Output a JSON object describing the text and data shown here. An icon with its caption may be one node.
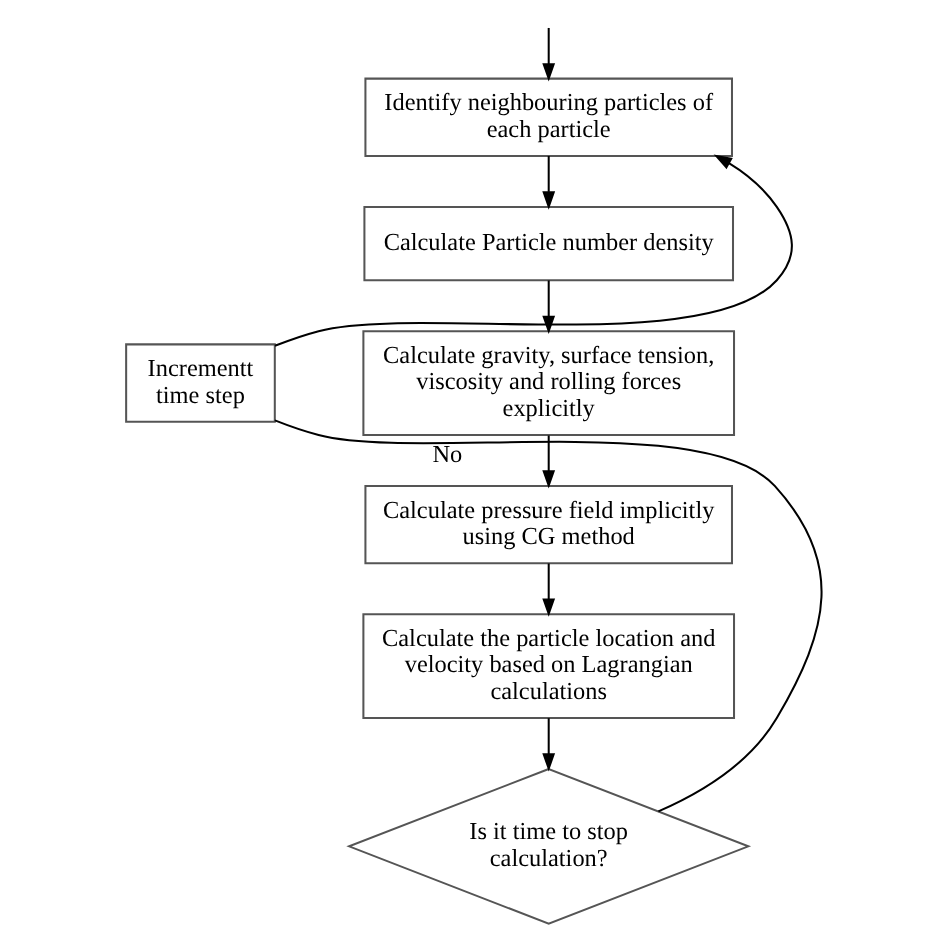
{
  "diagram": {
    "nodes": [
      {
        "text": [
          "Identify neighbouring particles of each particle"
        ]
      },
      {
        "text": [
          "Calculate Particle number density"
        ]
      },
      {
        "text": [
          "Calculate gravity, surface tension, viscosity and rolling forces explicitly"
        ]
      },
      {
        "text": [
          "Calculate pressure field implicitly using CG method"
        ]
      },
      {
        "text": [
          "Calculate the particle location and velocity based on Lagrangian calculations"
        ]
      },
      {
        "text": [
          "Is it time to stop calculation?"
        ]
      },
      {
        "text": [
          "Incrementt time step"
        ]
      }
    ],
    "edges": [
      {
        "from": null,
        "to": 0,
        "arrow": "to"
      },
      {
        "from": 0,
        "to": 1,
        "arrow": "to"
      },
      {
        "from": 1,
        "to": 2,
        "arrow": "to"
      },
      {
        "from": 2,
        "to": 3,
        "arrow": "to"
      },
      {
        "from": 3,
        "to": 4,
        "arrow": "to"
      },
      {
        "from": 4,
        "to": 5,
        "arrow": "to"
      },
      {
        "from": 5,
        "to": 6,
        "label": "No",
        "arrow": "none"
      },
      {
        "from": 6,
        "to": 0,
        "arrow": "to"
      }
    ]
  }
}
